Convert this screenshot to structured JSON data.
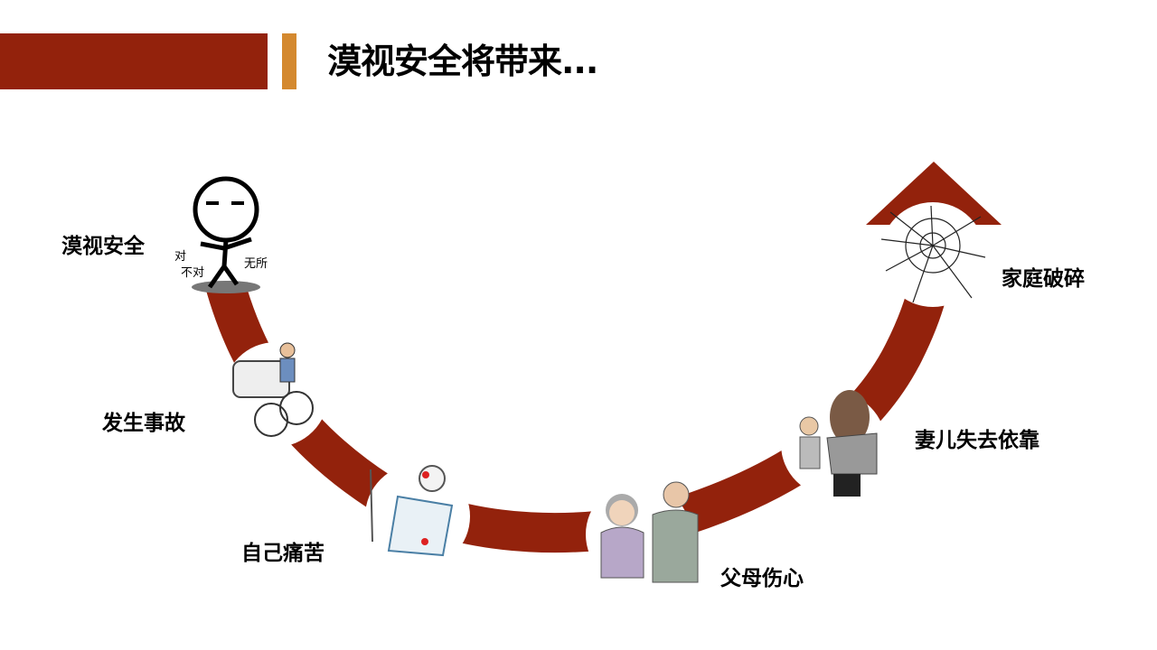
{
  "header": {
    "title": "漠视安全将带来..."
  },
  "colors": {
    "primary": "#93220C",
    "accent": "#D4892F"
  },
  "stages": [
    {
      "label": "漠视安全",
      "icon": "indifferent-stick-figure-icon"
    },
    {
      "label": "发生事故",
      "icon": "accident-icon"
    },
    {
      "label": "自己痛苦",
      "icon": "injured-person-icon"
    },
    {
      "label": "父母伤心",
      "icon": "sad-parents-icon"
    },
    {
      "label": "妻儿失去依靠",
      "icon": "family-icon"
    },
    {
      "label": "家庭破碎",
      "icon": "broken-glass-icon"
    }
  ],
  "meme_text": {
    "a": "对",
    "b": "不对",
    "c": "无所"
  }
}
